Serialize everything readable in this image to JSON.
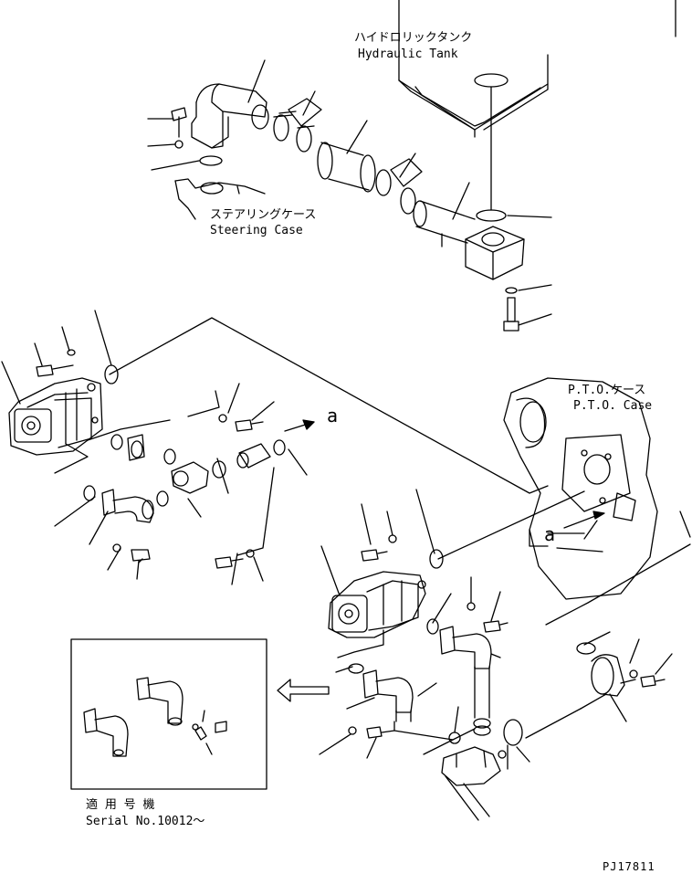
{
  "labels": {
    "hydraulic_tank_jp": "ハイドロリックタンク",
    "hydraulic_tank_en": "Hydraulic Tank",
    "steering_case_jp": "ステアリングケース",
    "steering_case_en": "Steering Case",
    "pto_case_jp": "P.T.O.ケース",
    "pto_case_en": "P.T.O. Case",
    "view_a_arrow": "a",
    "view_a_mark": "a",
    "serial_jp": "適 用 号 機",
    "serial_en": "Serial No.10012～",
    "diagram_id": "PJ17811"
  }
}
